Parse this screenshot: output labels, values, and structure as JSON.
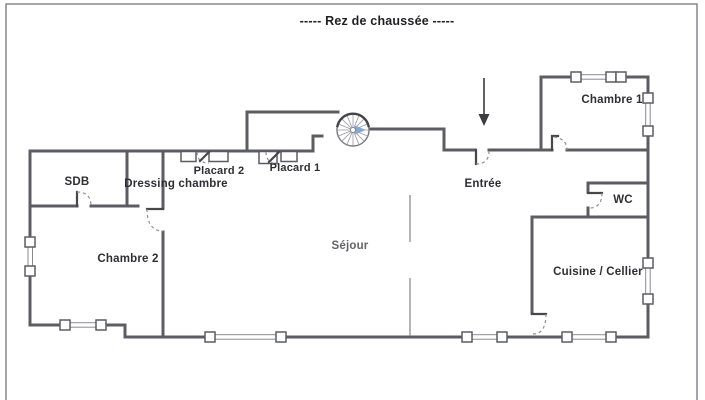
{
  "title": "-----  Rez de chaussée  -----",
  "labels": {
    "sdb": "SDB",
    "dressing": "Dressing chambre",
    "placard2": "Placard 2",
    "placard1": "Placard 1",
    "chambre1": "Chambre 1",
    "chambre2": "Chambre 2",
    "entree": "Entrée",
    "wc": "WC",
    "sejour": "Séjour",
    "cuisine": "Cuisine / Cellier"
  },
  "icons": {
    "staircase": "spiral-staircase",
    "entrance": "down-arrow",
    "window_marker": "double-line-with-square-handles",
    "door_marker": "leaf-with-dashed-swing-arc"
  },
  "colors": {
    "wall": "#5c5d64",
    "partition": "#8b8b95",
    "arc": "#8f8f97",
    "door": "#46464d",
    "winframe": "#8a8a94",
    "frame": "#86868d",
    "blue": "#89a7d4",
    "label": "#2e2e33",
    "label-soft": "#64646b",
    "bg": "#ffffff"
  }
}
